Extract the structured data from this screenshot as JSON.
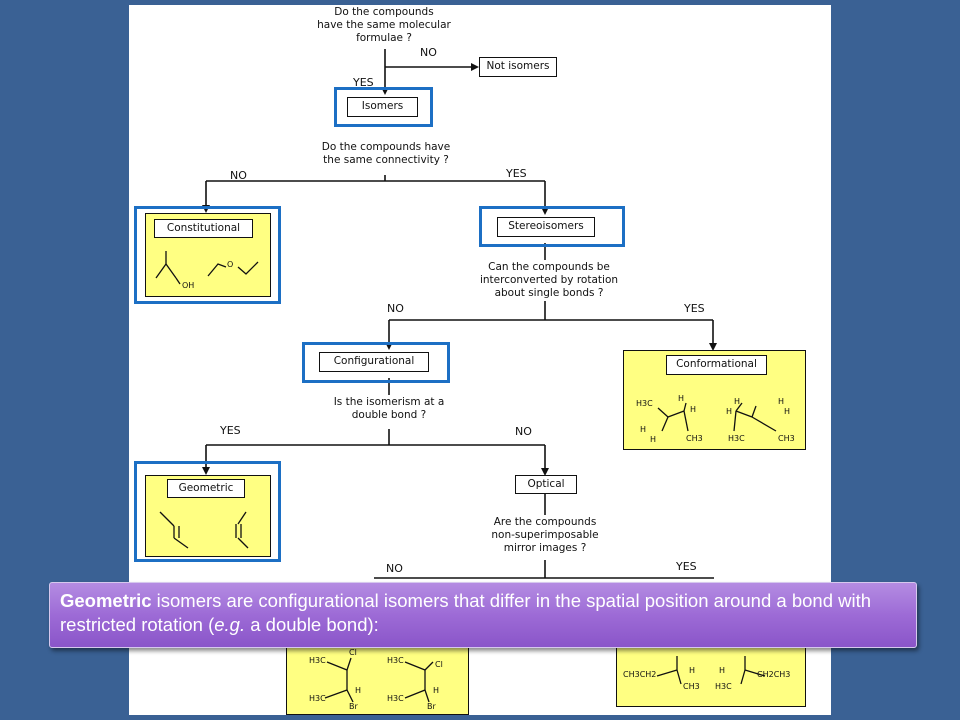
{
  "flowchart": {
    "q1": "Do the compounds\nhave the same molecular\nformulae ?",
    "q1_no": "NO",
    "q1_yes": "YES",
    "not_isomers": "Not isomers",
    "isomers": "Isomers",
    "q2": "Do the compounds have\nthe same connectivity ?",
    "q2_no": "NO",
    "q2_yes": "YES",
    "constitutional": "Constitutional",
    "stereoisomers": "Stereoisomers",
    "q3": "Can the compounds be\ninterconverted by rotation\nabout single bonds ?",
    "q3_no": "NO",
    "q3_yes": "YES",
    "configurational": "Configurational",
    "conformational": "Conformational",
    "q4": "Is the isomerism at a\ndouble bond ?",
    "q4_yes": "YES",
    "q4_no": "NO",
    "geometric": "Geometric",
    "optical": "Optical",
    "q5": "Are the compounds\nnon-superimposable\nmirror images ?",
    "q5_no": "NO",
    "q5_yes": "YES"
  },
  "molecules": {
    "oh": "OH",
    "o": "O",
    "h3c": "H3C",
    "ch3": "CH3",
    "h": "H",
    "cl": "Cl",
    "br": "Br",
    "ch3ch2": "CH3CH2",
    "ch2ch3": "CH2CH3"
  },
  "callout": {
    "bold_word": "Geometric",
    "text_part1": " isomers are configurational isomers that differ in the spatial position around a bond with restricted rotation (",
    "eg": "e.g.",
    "text_part2": " a double bond):"
  },
  "colors": {
    "background": "#3a6194",
    "highlight": "#1c6fc4",
    "yellow_fill": "#ffff82",
    "callout_fill": "#9d6bd6"
  }
}
